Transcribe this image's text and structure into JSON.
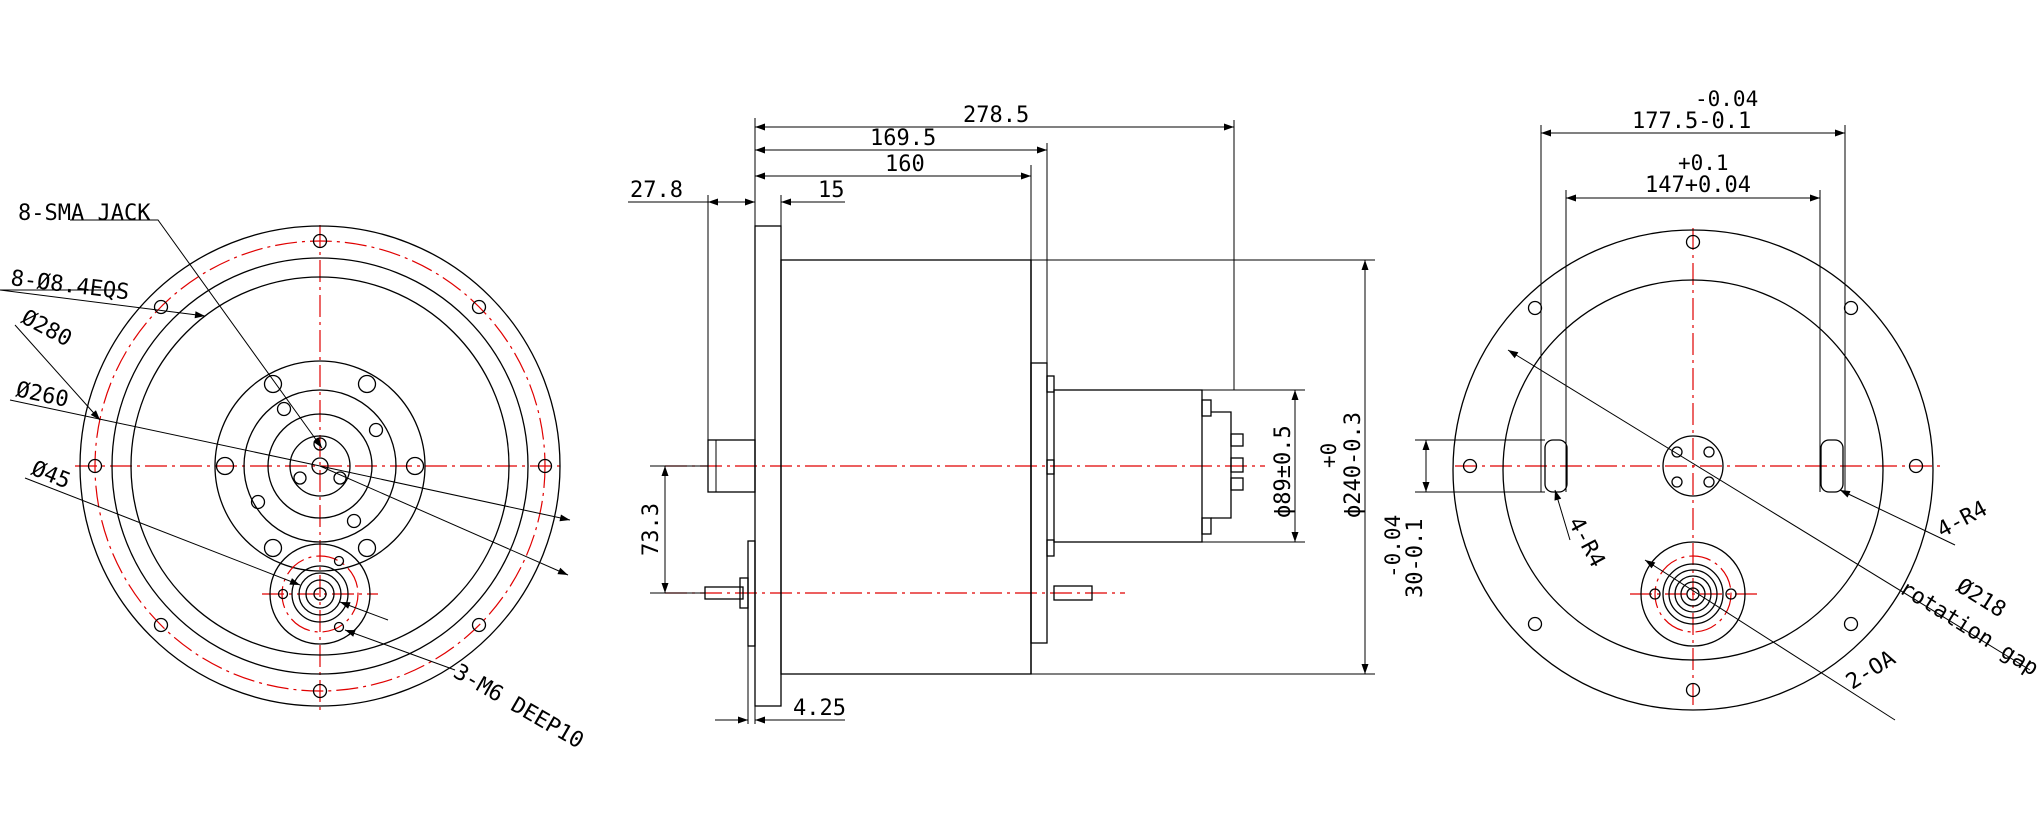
{
  "colors": {
    "line": "#000000",
    "centerline": "#e00000",
    "background": "#ffffff"
  },
  "left_view": {
    "labels": {
      "sma_jack": "8-SMA JACK",
      "holes_8": "8-Ø8.4EQS",
      "dia_280": "Ø280",
      "dia_260": "Ø260",
      "dia_45": "Ø45",
      "m6_deep": "3-M6 DEEP10"
    }
  },
  "middle_view": {
    "labels": {
      "d_278_5": "278.5",
      "d_169_5": "169.5",
      "d_160": "160",
      "d_27_8": "27.8",
      "d_15": "15",
      "d_73_3": "73.3",
      "d_4_25": "4.25",
      "d_phi89": "ϕ89±0.5",
      "d_phi240": "ϕ240-0.3",
      "d_phi240_tol": "+0"
    }
  },
  "right_view": {
    "labels": {
      "d_177_5_tol": "-0.04",
      "d_177_5": "177.5-0.1",
      "d_147_tol": "+0.1",
      "d_147": "147+0.04",
      "d_30_tol": "-0.04",
      "d_30": "30-0.1",
      "r4_left": "4-R4",
      "r4_right": "4-R4",
      "dia_218": "Ø218",
      "rotation_gap": "rotation gap",
      "two_oa": "2-ΟA"
    }
  }
}
